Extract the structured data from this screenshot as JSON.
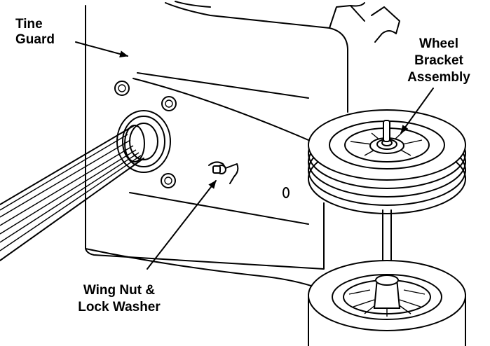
{
  "labels": {
    "tine_guard_line1": "Tine",
    "tine_guard_line2": "Guard",
    "wheel_bracket_line1": "Wheel",
    "wheel_bracket_line2": "Bracket",
    "wheel_bracket_line3": "Assembly",
    "wing_nut_line1": "Wing Nut &",
    "wing_nut_line2": "Lock Washer"
  },
  "colors": {
    "ink": "#000000",
    "paper": "#ffffff"
  }
}
